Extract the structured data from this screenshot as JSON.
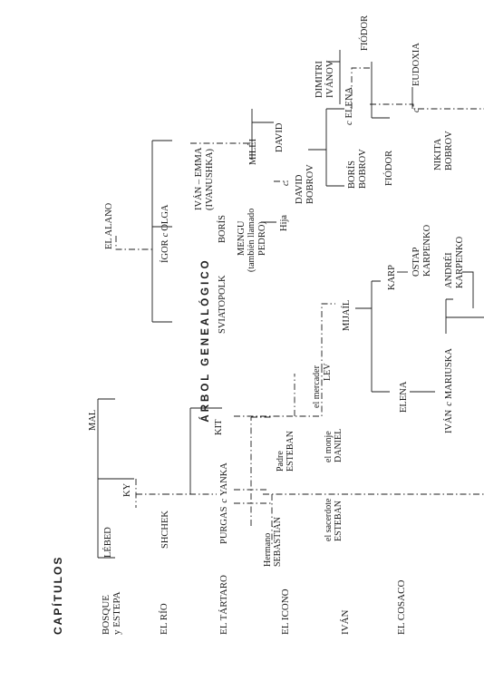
{
  "title": "ÁRBOL GENEALÓGICO",
  "chapters_heading": "CAPÍTULOS",
  "chapters": [
    "BOSQUE",
    "y ESTEPA",
    "EL RÍO",
    "EL TÁRTARO",
    "EL ICONO",
    "IVÁN",
    "EL COSACO"
  ],
  "connector": "c",
  "people": {
    "mal": "MAL",
    "lebed": "LÉBED",
    "ky": "KY",
    "shchek": "SHCHEK",
    "kit": "KIT",
    "purgas": "PURGAS",
    "yanka": "YANKA",
    "hermano": "Hermano",
    "sebastian": "SEBASTIÁN",
    "padre": "Padre",
    "esteban": "ESTEBAN",
    "sacerdote": "el sacerdote",
    "sacerdote_esteban": "ESTEBAN",
    "monje": "el monje",
    "daniel": "DANIEL",
    "mercader": "el mercader",
    "lev": "LEV",
    "mijail": "MIJAÍL",
    "karp": "KARP",
    "elena_c": "ELENA",
    "ostap": "OSTAP",
    "ostap_karpenko": "KARPENKO",
    "ivan_c": "IVÁN",
    "mariuska": "MARIUSKA",
    "andrei": "ANDRÉI",
    "andrei_karpenko": "KARPENKO",
    "el_alano": "EL ALANO",
    "igor": "ÍGOR",
    "olga": "OLGA",
    "sviatopolk": "SVIATOPOLK",
    "boris": "BORÍS",
    "ivan_emma": "IVÁN – EMMA",
    "ivanushka": "(IVANUSHKA)",
    "milei": "MILÉI",
    "mengu": "MENGU",
    "tambien": "(también llamado",
    "pedro": "PEDRO)",
    "hija": "Hija",
    "david": "DAVID",
    "david_bobrov_1": "DAVID",
    "david_bobrov_2": "BOBROV",
    "boris_bobrov_1": "BORÍS",
    "boris_bobrov_2": "BOBROV",
    "fiodor_1": "FIÓDOR",
    "elena_b": "ELENA",
    "dimitri": "DIMITRI",
    "ivanov": "IVÁNOV",
    "fiodor_2": "FIÓDOR",
    "eudoxia": "EUDOXIA",
    "nikita": "NIKITA",
    "nikita_bobrov": "BOBROV"
  }
}
